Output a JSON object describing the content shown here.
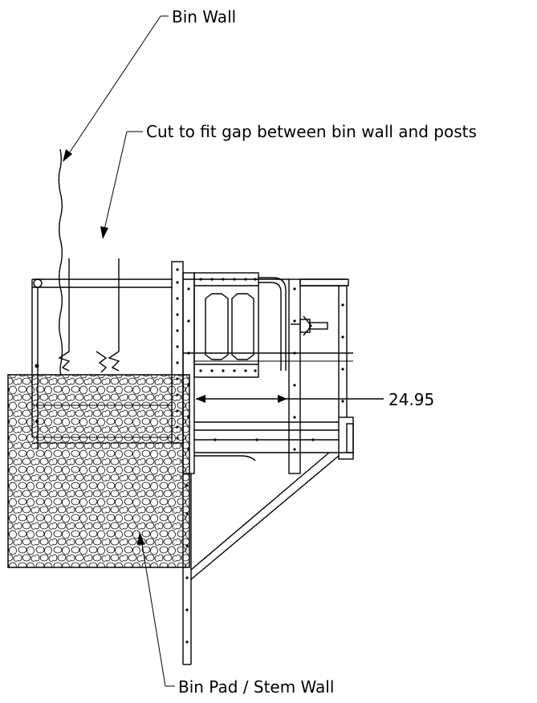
{
  "callouts": {
    "bin_wall": "Bin Wall",
    "cut_to_fit": "Cut to fit gap between bin wall and posts",
    "bin_pad": "Bin Pad / Stem Wall"
  },
  "dimension": {
    "value": "24.95"
  }
}
